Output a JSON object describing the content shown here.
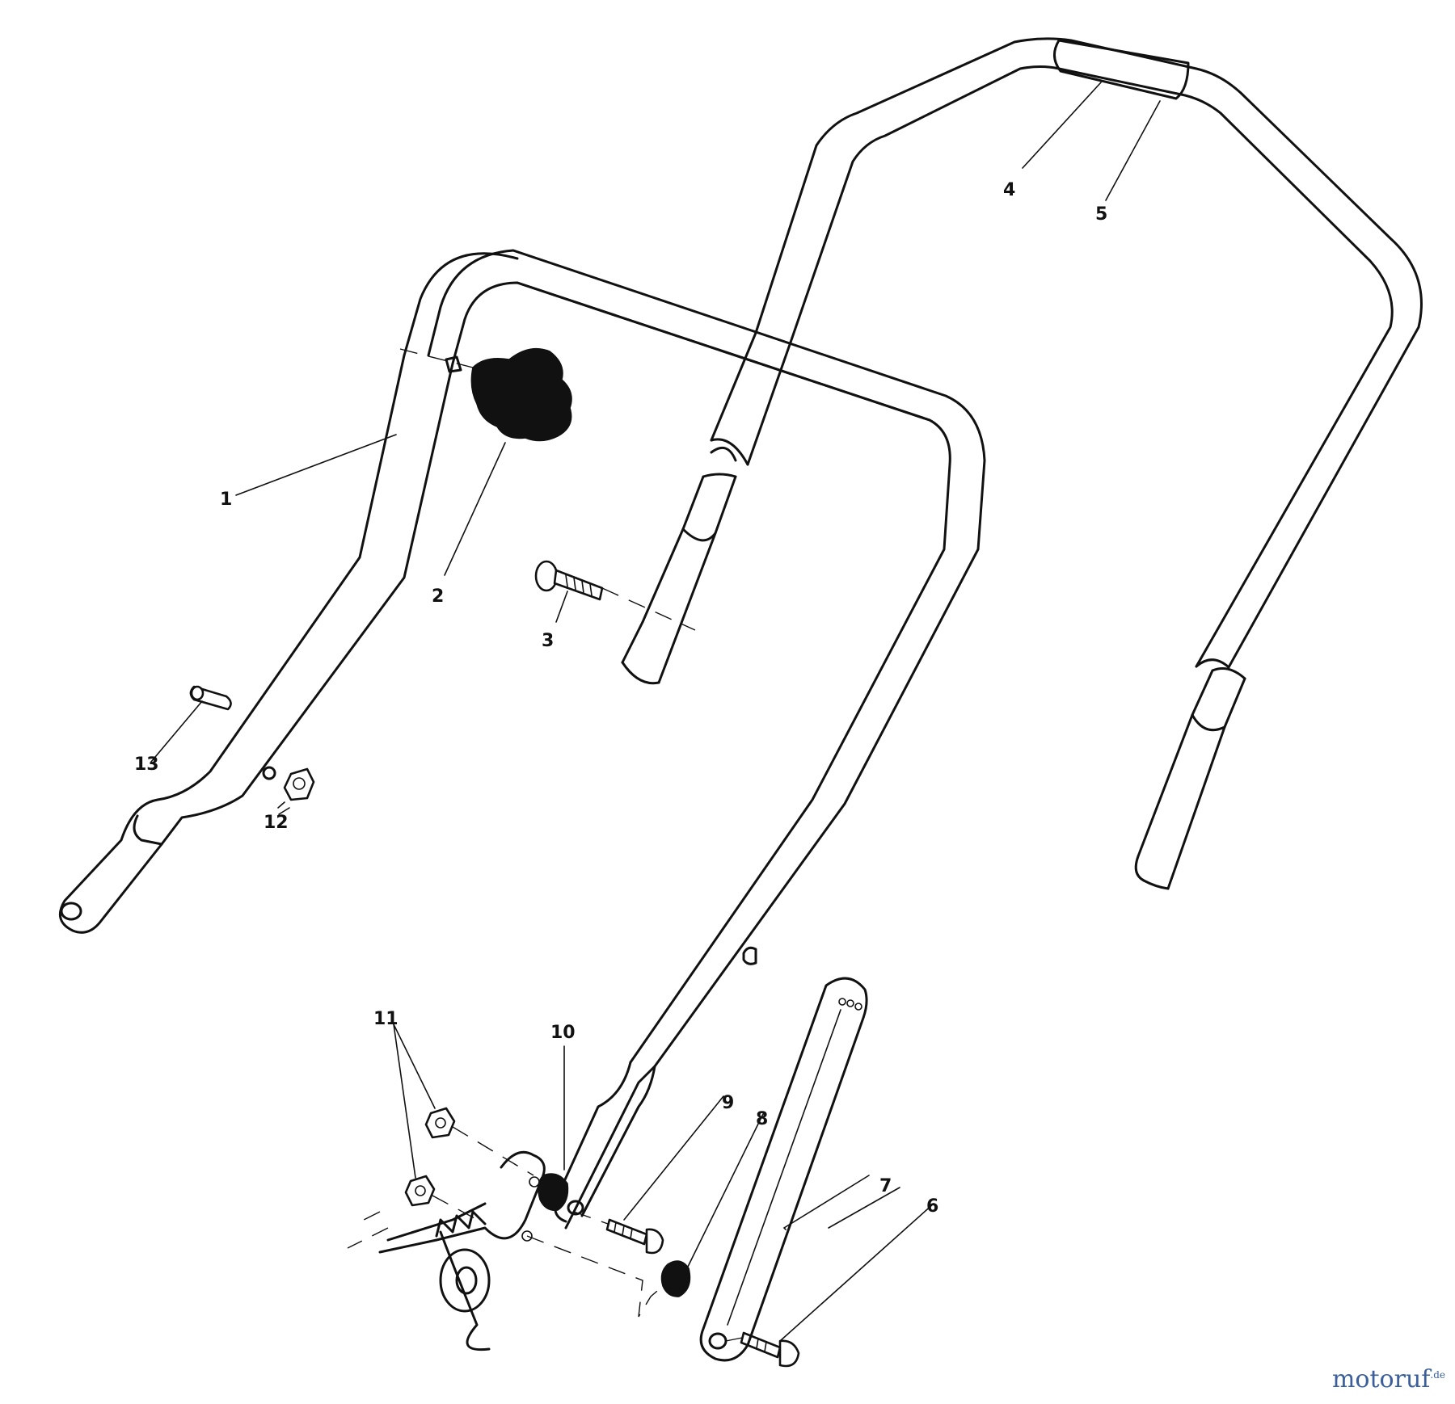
{
  "diagram": {
    "callouts": [
      "1",
      "2",
      "3",
      "4",
      "5",
      "6",
      "7",
      "8",
      "9",
      "10",
      "11",
      "12",
      "13"
    ]
  },
  "watermark": {
    "brand": "motoruf",
    "tld": ".de"
  }
}
